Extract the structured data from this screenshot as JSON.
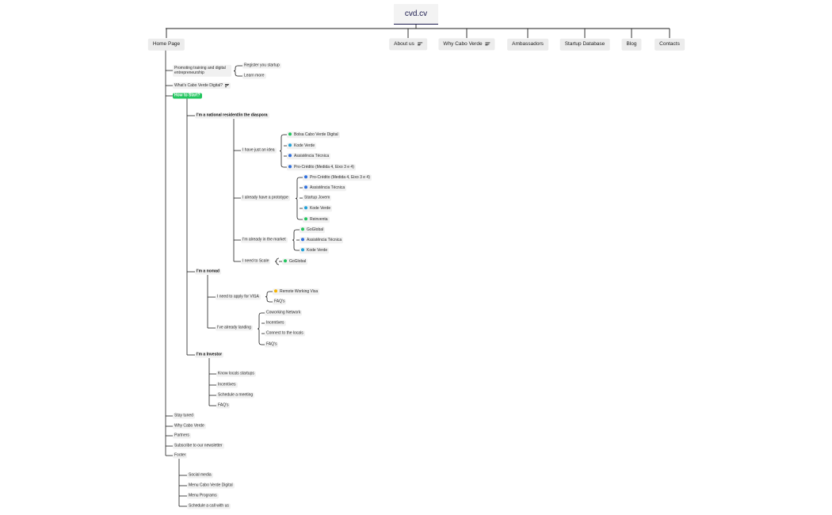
{
  "title": "cvd.cv",
  "top_nav": [
    {
      "label": "Home Page",
      "menu": false
    },
    {
      "label": "About us",
      "menu": true
    },
    {
      "label": "Why Cabo Verde",
      "menu": true
    },
    {
      "label": "Ambassadors",
      "menu": false
    },
    {
      "label": "Startup Database",
      "menu": false
    },
    {
      "label": "Blog",
      "menu": false
    },
    {
      "label": "Contacts",
      "menu": false
    }
  ],
  "colors": {
    "green": "#22c55e",
    "blue": "#2f6fdd",
    "teal": "#1fa0d8",
    "yellow": "#f5b400",
    "line": "#1f1f1f"
  },
  "home": {
    "promo": {
      "label": "Promoting training and digital entrepreneurship",
      "children": [
        "Register you startup",
        "Learn more"
      ]
    },
    "what": "What's Cabo Verde Digital?",
    "how": "How to Start?",
    "national": {
      "label": "I'm a national resident/in the diaspora",
      "idea": {
        "label": "I have just an idea",
        "children": [
          {
            "label": "Bolsa Cabo Verde Digital",
            "dot": "green"
          },
          {
            "label": "Kode Verde",
            "dot": "teal"
          },
          {
            "label": "Assistência Técnica",
            "dot": "blue"
          },
          {
            "label": "Pro-Crédito (Medida 4, Eixo 3 e 4)",
            "dot": "blue"
          }
        ]
      },
      "prototype": {
        "label": "I already have a prototype",
        "children": [
          {
            "label": "Pro-Crédito (Medida 4, Eixo 3 e 4)",
            "dot": "blue"
          },
          {
            "label": "Assistência Técnica",
            "dot": "blue"
          },
          {
            "label": "Startup Jovem",
            "dot": ""
          },
          {
            "label": "Kode Verde",
            "dot": "teal"
          },
          {
            "label": "Reinventa",
            "dot": "green"
          }
        ]
      },
      "market": {
        "label": "I'm already in the market",
        "children": [
          {
            "label": "GoGlobal",
            "dot": "green"
          },
          {
            "label": "Assistência Técnica",
            "dot": "blue"
          },
          {
            "label": "Kode Verde",
            "dot": "teal"
          }
        ]
      },
      "scale": {
        "label": "I need to Scale",
        "children": [
          {
            "label": "GoGlobal",
            "dot": "green"
          }
        ]
      }
    },
    "nomad": {
      "label": "I'm a nomad",
      "visa": {
        "label": "I need to apply for VISA",
        "children": [
          {
            "label": "Remote Working Visa",
            "dot": "yellow"
          },
          {
            "label": "FAQ's",
            "dot": ""
          }
        ]
      },
      "landing": {
        "label": "I've already landing",
        "children": [
          {
            "label": "Coworking Network",
            "dot": ""
          },
          {
            "label": "Incentives",
            "dot": ""
          },
          {
            "label": "Connect to the locals",
            "dot": ""
          },
          {
            "label": "FAQ's",
            "dot": ""
          }
        ]
      }
    },
    "investor": {
      "label": "I'm a Investor",
      "children": [
        "Know locals startups",
        "Incentives",
        "Schedule a meeting",
        "FAQ's"
      ]
    },
    "bottom": [
      "Stay tuned",
      "Why Cabo Verde",
      "Partners",
      "Subscribe to our newsletter",
      "Footer"
    ],
    "footer_children": [
      "Social media",
      "Menu Cabo Verde Digital",
      "Menu Programs",
      "Schedule a call with us"
    ]
  }
}
